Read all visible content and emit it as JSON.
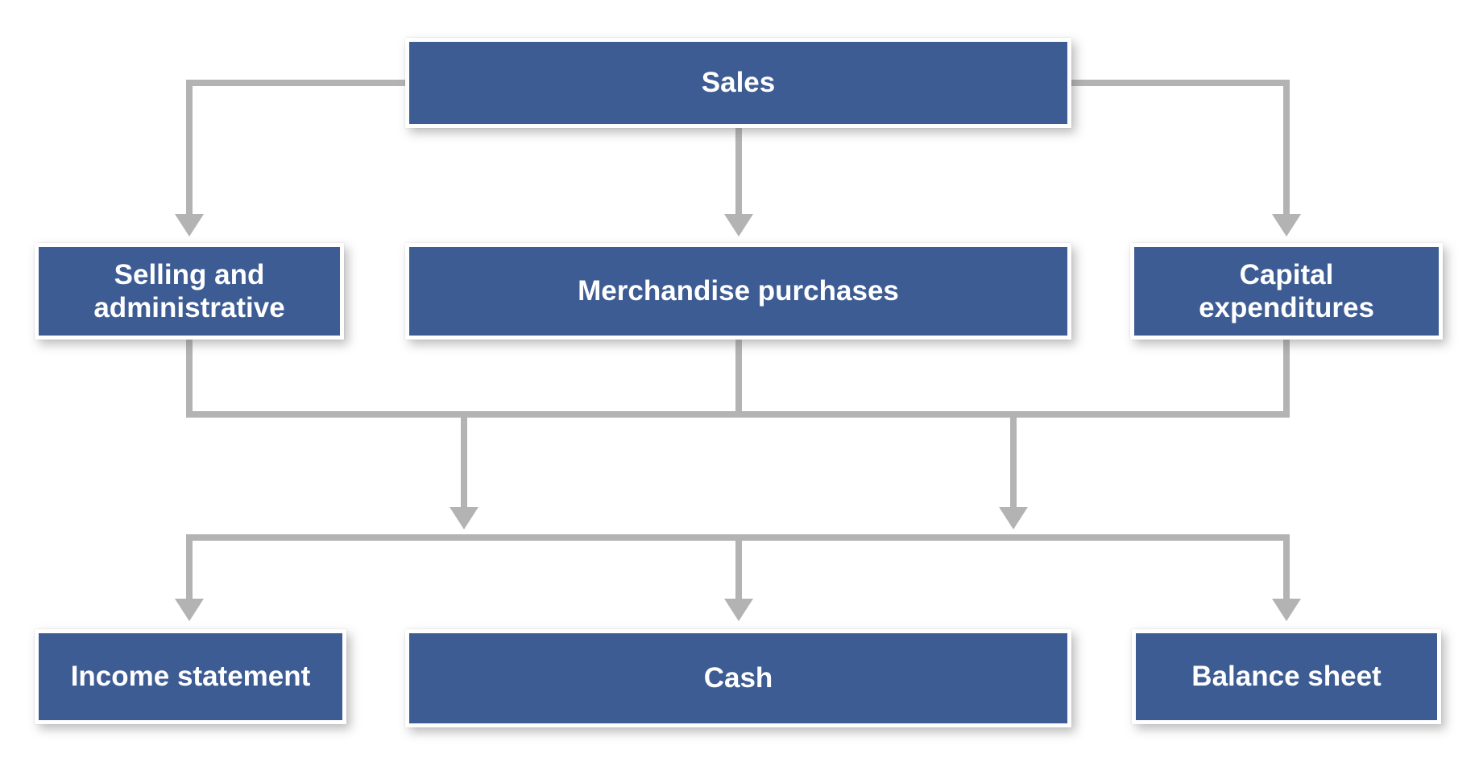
{
  "diagram": {
    "type": "flowchart",
    "colors": {
      "box_fill": "#3d5c94",
      "box_text": "#ffffff",
      "connector": "#b3b3b3",
      "background": "#ffffff"
    },
    "nodes": {
      "sales": {
        "label": "Sales"
      },
      "selling_admin": {
        "label": "Selling and administrative"
      },
      "merchandise_purchases": {
        "label": "Merchandise purchases"
      },
      "capital_expenditures": {
        "label": "Capital expenditures"
      },
      "income_statement": {
        "label": "Income statement"
      },
      "cash": {
        "label": "Cash"
      },
      "balance_sheet": {
        "label": "Balance sheet"
      }
    },
    "edges": [
      {
        "from": "sales",
        "to": "selling_admin"
      },
      {
        "from": "sales",
        "to": "merchandise_purchases"
      },
      {
        "from": "sales",
        "to": "capital_expenditures"
      },
      {
        "from": "selling_admin",
        "to": "collector_bus"
      },
      {
        "from": "merchandise_purchases",
        "to": "collector_bus"
      },
      {
        "from": "capital_expenditures",
        "to": "collector_bus"
      },
      {
        "from": "collector_bus",
        "to": "income_statement"
      },
      {
        "from": "collector_bus",
        "to": "cash"
      },
      {
        "from": "collector_bus",
        "to": "balance_sheet"
      }
    ]
  }
}
